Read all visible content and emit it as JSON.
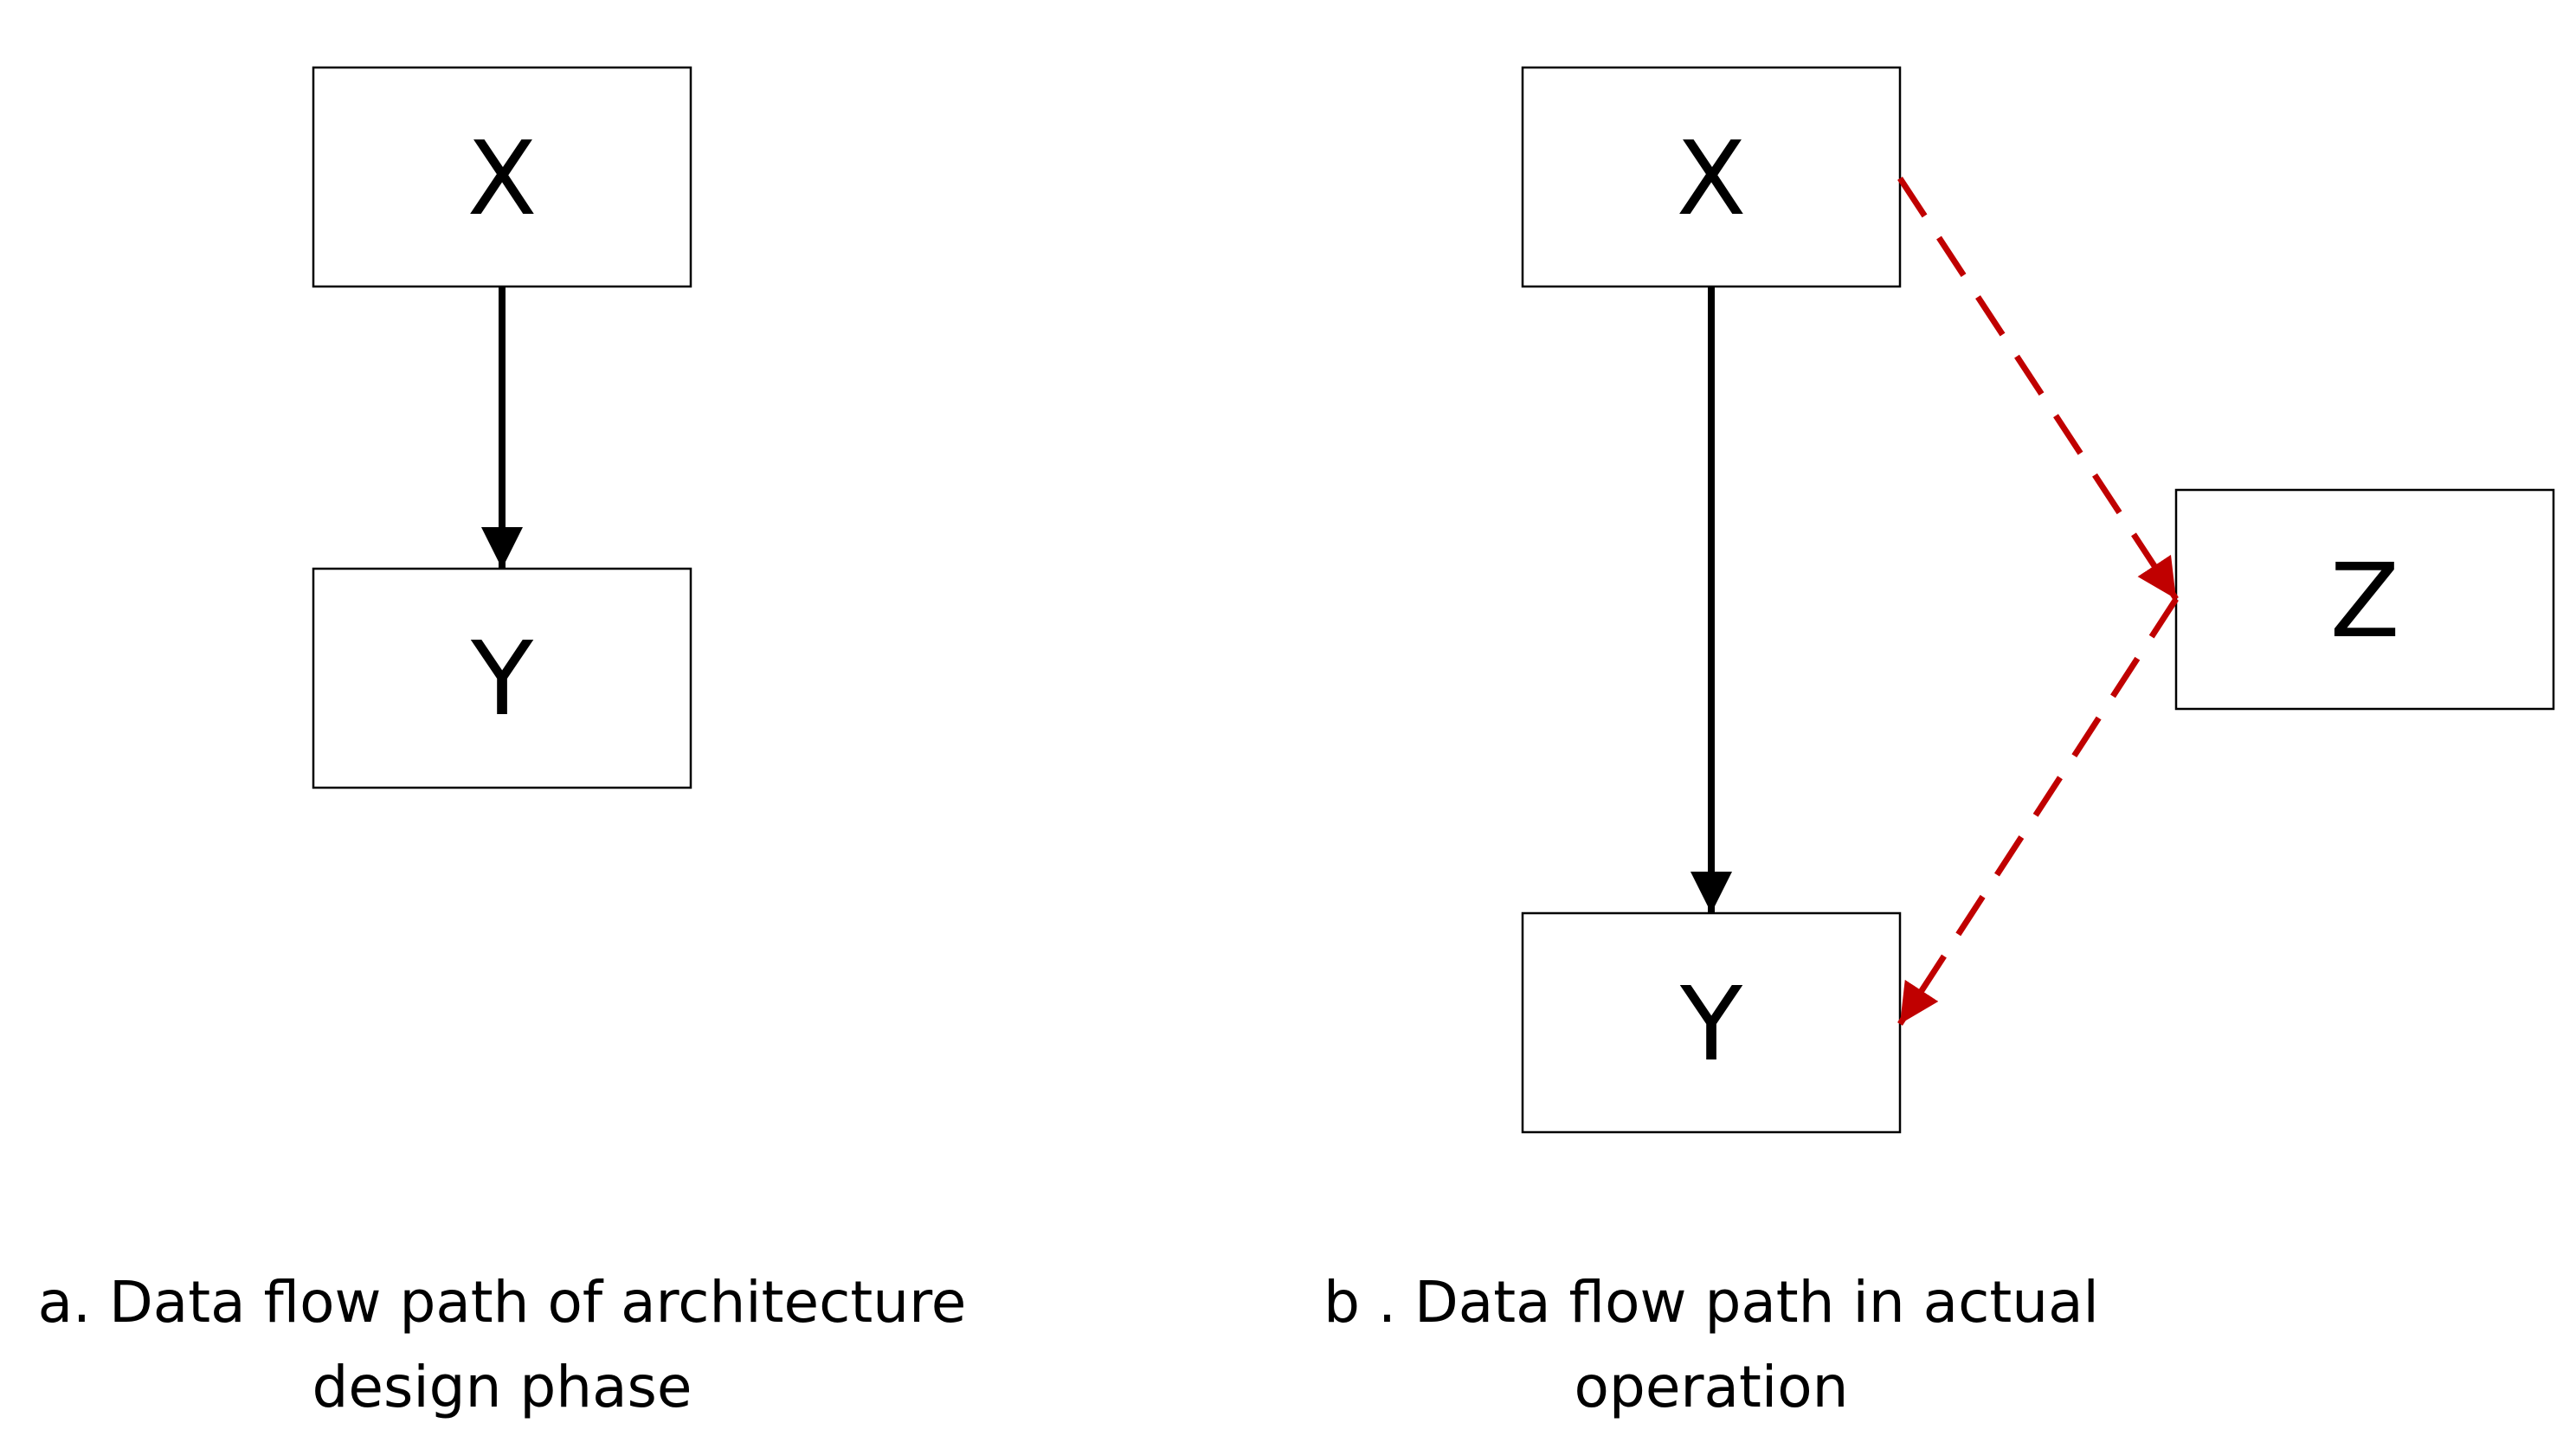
{
  "panel_a": {
    "nodes": {
      "x": "X",
      "y": "Y"
    },
    "caption": {
      "line1": "a. Data flow path of architecture",
      "line2": "design phase"
    }
  },
  "panel_b": {
    "nodes": {
      "x": "X",
      "y": "Y",
      "z": "Z"
    },
    "caption": {
      "line1": "b . Data flow path in actual",
      "line2": "operation"
    }
  },
  "colors": {
    "solid_edge": "#000000",
    "dashed_edge": "#c00000"
  }
}
